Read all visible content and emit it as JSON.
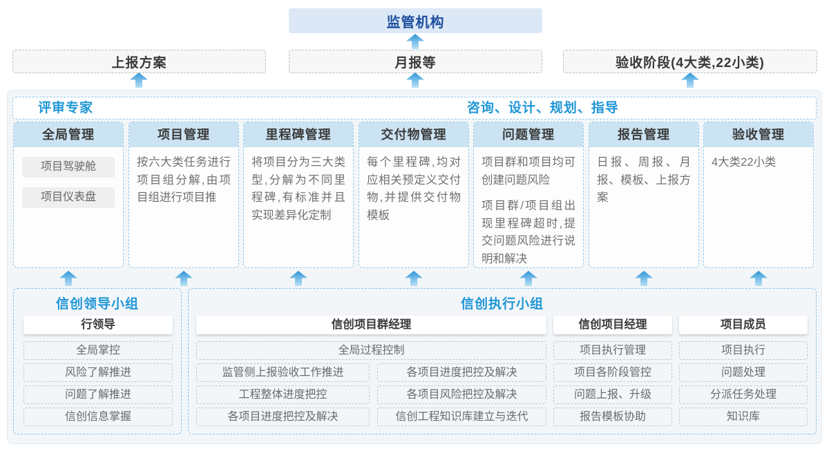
{
  "colors": {
    "accent_blue": "#1e96d6",
    "regulator_bg": "#dce8f6",
    "regulator_text": "#1c4f9d",
    "column_header_bg": "#cbe3f2",
    "panel_bg": "#f3f6f9",
    "arrow_blue": "#2e95d6"
  },
  "top": {
    "regulator": "监管机构",
    "reports": [
      "上报方案",
      "月报等",
      "验收阶段(4大类,22小类)"
    ]
  },
  "middle": {
    "left_title": "评审专家",
    "right_title": "咨询、设计、规划、指导",
    "columns": [
      {
        "title": "全局管理",
        "items": [
          "项目驾驶舱",
          "项目仪表盘"
        ]
      },
      {
        "title": "项目管理",
        "paragraphs": [
          "按六大类任务进行项目组分解,由项目组进行项目推"
        ]
      },
      {
        "title": "里程碑管理",
        "paragraphs": [
          "将项目分为三大类型,分解为不同里程碑,有标准并且实现差异化定制"
        ]
      },
      {
        "title": "交付物管理",
        "paragraphs": [
          "每个里程碑,均对应相关预定义交付物,并提供交付物模板"
        ]
      },
      {
        "title": "问题管理",
        "paragraphs": [
          "项目群和项目均可创建问题风险",
          "项目群/项目组出现里程碑超时,提交问题风险进行说明和解决"
        ]
      },
      {
        "title": "报告管理",
        "paragraphs": [
          "日报、周报、月报、模板、上报方案"
        ]
      },
      {
        "title": "验收管理",
        "paragraphs": [
          "4大类22小类"
        ]
      }
    ]
  },
  "bottom": {
    "leader_group": {
      "title": "信创领导小组",
      "role": "行领导",
      "items": [
        "全局掌控",
        "风险了解推进",
        "问题了解推进",
        "信创信息掌握"
      ]
    },
    "exec_group": {
      "title": "信创执行小组",
      "pgm_manager": {
        "role": "信创项目群经理",
        "full_item": "全局过程控制",
        "left_items": [
          "监管侧上报验收工作推进",
          "工程整体进度把控",
          "各项目进度把控及解决"
        ],
        "right_items": [
          "各项目进度把控及解决",
          "各项目风险把控及解决",
          "信创工程知识库建立与迭代"
        ]
      },
      "project_manager": {
        "role": "信创项目经理",
        "items": [
          "项目执行管理",
          "项目各阶段管控",
          "问题上报、升级",
          "报告模板协助"
        ]
      },
      "member": {
        "role": "项目成员",
        "items": [
          "项目执行",
          "问题处理",
          "分派任务处理",
          "知识库"
        ]
      }
    }
  }
}
